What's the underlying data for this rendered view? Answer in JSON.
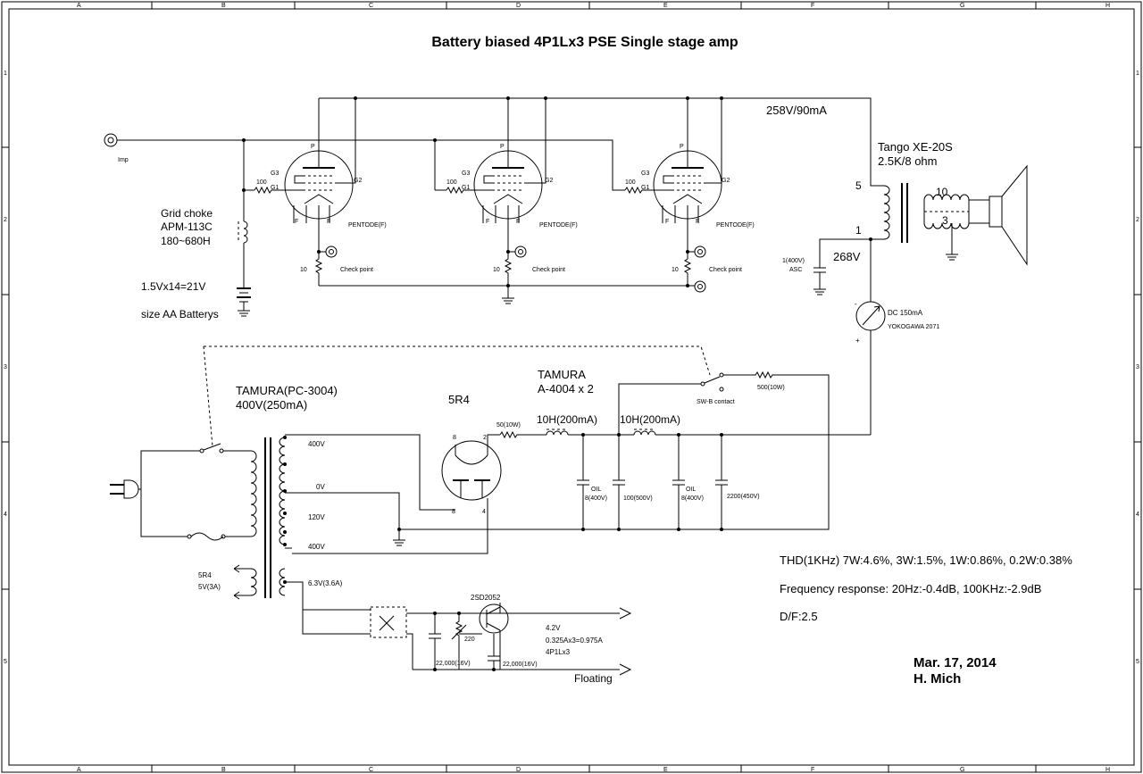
{
  "title": "Battery biased 4P1Lx3 PSE Single stage amp",
  "border": {
    "columns": [
      "A",
      "B",
      "C",
      "D",
      "E",
      "F",
      "G",
      "H"
    ],
    "rows": [
      "1",
      "2",
      "3",
      "4",
      "5"
    ]
  },
  "input": {
    "label": "Imp"
  },
  "grid_choke": {
    "line1": "Grid choke",
    "line2": "APM-113C",
    "line3": "180~680H"
  },
  "battery": {
    "line1": "1.5Vx14=21V",
    "line2": "size AA Batterys"
  },
  "tubes": {
    "type_label": "PENTODE(F)",
    "grid_resistor": "100",
    "cathode_resistor": "10",
    "check_point": "Check point",
    "pins": {
      "p": "P",
      "g1": "G1",
      "g2": "G2",
      "g3": "G3",
      "f": "F"
    }
  },
  "supply_top": "258V/90mA",
  "output_transformer": {
    "name": "Tango XE-20S",
    "spec": "2.5K/8 ohm",
    "pin_5": "5",
    "pin_1": "1",
    "pin_10": "10",
    "pin_3": "3"
  },
  "b_plus": "268V",
  "cap_asc": {
    "value": "1(400V)",
    "type": "ASC"
  },
  "meter": {
    "line1": "DC 150mA",
    "line2": "YOKOGAWA 2071",
    "minus": "-",
    "plus": "+"
  },
  "power_transformer": {
    "name": "TAMURA(PC-3004)",
    "rating": "400V(250mA)",
    "tap_400_top": "400V",
    "tap_0": "0V",
    "tap_120": "120V",
    "tap_400_bottom": "400V",
    "heater_5r4_a": "5R4",
    "heater_5r4_b": "5V(3A)",
    "heater_63": "6.3V(3.6A)"
  },
  "rectifier": {
    "name": "5R4",
    "pin_8": "8",
    "pin_2": "2",
    "pin_4": "4"
  },
  "choke": {
    "name": "TAMURA",
    "spec": "A-4004 x 2",
    "l1": "10H(200mA)",
    "l2": "10H(200mA)"
  },
  "filter": {
    "r1": "50(10W)",
    "c_oil1_a": "OIL",
    "c_oil1_b": "8(400V)",
    "c_elec1": "100(500V)",
    "c_oil2_a": "OIL",
    "c_oil2_b": "8(400V)",
    "c_elec2": "2200(450V)",
    "r2": "500(10W)",
    "switch": "SW-B contact"
  },
  "heater_regulator": {
    "transistor": "2SD2052",
    "pot": "220",
    "cap1": "22,000(16V)",
    "cap2": "22,000(16V)",
    "out_1": "4.2V",
    "out_2": "0.325Ax3=0.975A",
    "out_3": "4P1Lx3",
    "floating": "Floating"
  },
  "specs": {
    "thd": "THD(1KHz) 7W:4.6%, 3W:1.5%, 1W:0.86%, 0.2W:0.38%",
    "freq": "Frequency response: 20Hz:-0.4dB, 100KHz:-2.9dB",
    "df": "D/F:2.5"
  },
  "signature": {
    "date": "Mar. 17, 2014",
    "author": "H. Mich"
  }
}
